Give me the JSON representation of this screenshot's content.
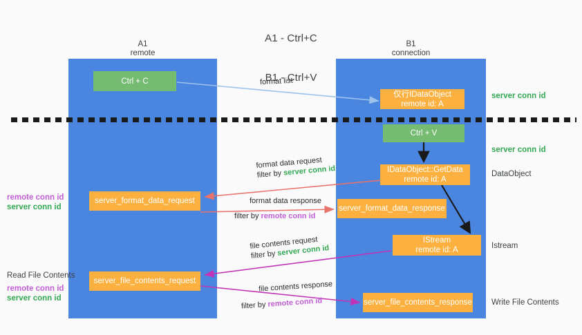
{
  "title": {
    "line1": "A1 - Ctrl+C",
    "line2": "B1 - Ctrl+V"
  },
  "columns": [
    {
      "id": "a1",
      "name": "A1",
      "role": "remote"
    },
    {
      "id": "b1",
      "name": "B1",
      "role": "connection"
    }
  ],
  "colors": {
    "lane": "#4a86e0",
    "green_node": "#76bb72",
    "orange_node": "#fbb040",
    "server_conn": "#34a853",
    "remote_conn": "#c05fd4",
    "arrow_blue": "#9cc3ea",
    "arrow_red": "#e8736a",
    "arrow_magenta": "#c234b5",
    "arrow_black": "#1a1a1a",
    "background": "#fafafa"
  },
  "nodes": {
    "ctrl_c": {
      "line1": "Ctrl + C"
    },
    "ctrl_v": {
      "line1": "Ctrl + V"
    },
    "idataobject_recv": {
      "line1": "仅行IDataObject",
      "line2": "remote id: A"
    },
    "idataobject_getdata": {
      "line1": "IDataObject::GetData",
      "line2": "remote id: A"
    },
    "istream": {
      "line1": "IStream",
      "line2": "remote id: A"
    },
    "server_format_data_request": {
      "line1": "server_format_data_request"
    },
    "server_format_data_response": {
      "line1": "server_format_data_response"
    },
    "server_file_contents_request": {
      "line1": "server_file_contents_request"
    },
    "server_file_contents_response": {
      "line1": "server_file_contents_response"
    }
  },
  "edges": {
    "format_list": {
      "label": "format list"
    },
    "format_data_request": {
      "label": "format data request",
      "filter_prefix": "filter by ",
      "filter_key": "server conn id"
    },
    "format_data_response": {
      "label": "format data response",
      "filter_prefix": "filter by ",
      "filter_key": "remote conn id"
    },
    "file_contents_request": {
      "label": "file contents request",
      "filter_prefix": "filter by ",
      "filter_key": "server conn id"
    },
    "file_contents_response": {
      "label": "file contents response",
      "filter_prefix": "filter by ",
      "filter_key": "remote conn id"
    }
  },
  "annotations": {
    "right": [
      {
        "key": "server_conn_top",
        "text": "server conn id",
        "kind": "server"
      },
      {
        "key": "server_conn_mid",
        "text": "server conn id",
        "kind": "server"
      },
      {
        "key": "dataobject",
        "text": "DataObject",
        "kind": "plain"
      },
      {
        "key": "istream",
        "text": "Istream",
        "kind": "plain"
      },
      {
        "key": "write_file_contents",
        "text": "Write File Contents",
        "kind": "plain"
      }
    ],
    "left": [
      {
        "key": "mid_remote",
        "text": "remote conn id",
        "kind": "remote"
      },
      {
        "key": "mid_server",
        "text": "server conn id",
        "kind": "server"
      },
      {
        "key": "read_file_contents",
        "text": "Read File Contents",
        "kind": "plain"
      },
      {
        "key": "low_remote",
        "text": "remote conn id",
        "kind": "remote"
      },
      {
        "key": "low_server",
        "text": "server conn id",
        "kind": "server"
      }
    ]
  }
}
